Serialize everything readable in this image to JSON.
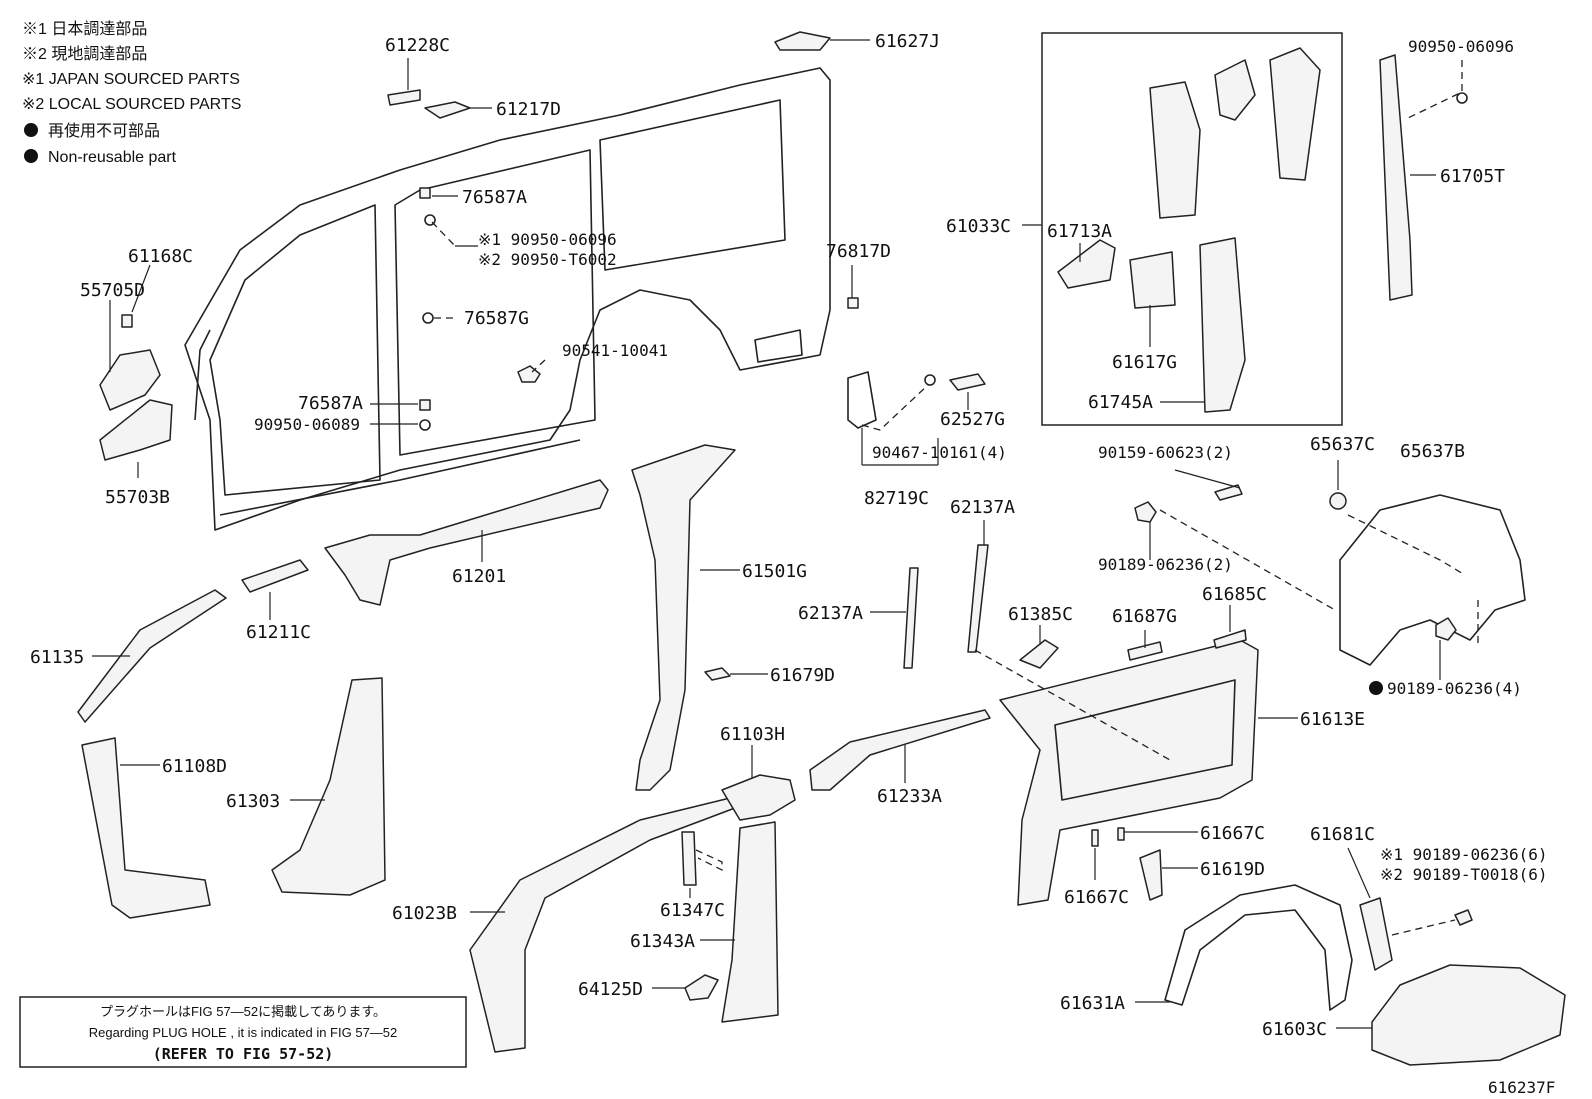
{
  "legend": [
    "※1  日本調達部品",
    "※2  現地調達部品",
    "※1  JAPAN SOURCED PARTS",
    "※2  LOCAL SOURCED PARTS",
    "再使用不可部品",
    "Non-reusable part"
  ],
  "labels": {
    "p61228C": "61228C",
    "p61627J": "61627J",
    "p61217D": "61217D",
    "p76587A_top": "76587A",
    "p90950_06096_j": "※1 90950-06096",
    "p90950_T6002": "※2 90950-T6002",
    "p61168C": "61168C",
    "p55705D": "55705D",
    "p76587G": "76587G",
    "p90541_10041": "90541-10041",
    "p76587A_mid": "76587A",
    "p90950_06089": "90950-06089",
    "p55703B": "55703B",
    "p76817D": "76817D",
    "p61033C": "61033C",
    "p61713A": "61713A",
    "p61617G": "61617G",
    "p61745A": "61745A",
    "p90950_06096_r": "90950-06096",
    "p61705T": "61705T",
    "p62527G": "62527G",
    "p90467_10161": "90467-10161(4)",
    "p82719C": "82719C",
    "p90159_60623": "90159-60623(2)",
    "p65637C": "65637C",
    "p65637B": "65637B",
    "p62137A_top": "62137A",
    "p90189_06236_2": "90189-06236(2)",
    "p61201": "61201",
    "p61501G": "61501G",
    "p61211C": "61211C",
    "p61135": "61135",
    "p62137A_mid": "62137A",
    "p61385C": "61385C",
    "p61687G": "61687G",
    "p61685C": "61685C",
    "p90189_06236_4": "90189-06236(4)",
    "p61679D": "61679D",
    "p61613E": "61613E",
    "p61108D": "61108D",
    "p61103H": "61103H",
    "p61303": "61303",
    "p61233A": "61233A",
    "p61667C_a": "61667C",
    "p61681C": "61681C",
    "p90189_06236_6": "※1 90189-06236(6)",
    "p90189_T0018": "※2 90189-T0018(6)",
    "p61619D": "61619D",
    "p61667C_b": "61667C",
    "p61023B": "61023B",
    "p61347C": "61347C",
    "p61343A": "61343A",
    "p64125D": "64125D",
    "p61631A": "61631A",
    "p61603C": "61603C",
    "figure_id": "616237F"
  },
  "note": {
    "line_jp": "プラグホールはFIG 57—52に掲載してあります。",
    "line_en": "Regarding  PLUG  HOLE , it is indicated in FIG  57—52",
    "line_ref": "(REFER TO FIG 57-52)"
  }
}
